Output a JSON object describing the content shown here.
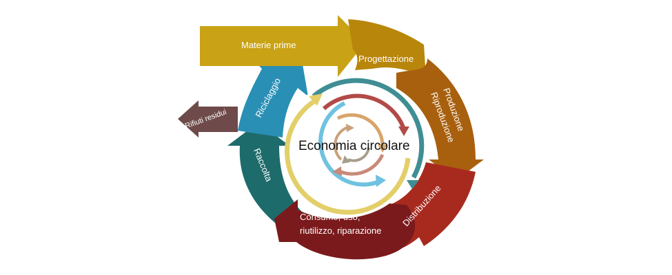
{
  "diagram": {
    "center_title": "Economia circolare",
    "stages": {
      "materie_prime": "Materie prime",
      "progettazione": "Progettazione",
      "produzione_line1": "Produzione",
      "produzione_line2": "Riproduzione",
      "distribuzione": "Distribuzione",
      "consumo_line1": "Consumo, uso,",
      "consumo_line2": "riutilizzo, riparazione",
      "raccolta": "Raccolta",
      "riciclaggio": "Riciclaggio",
      "rifiuti": "Rifiuti residui"
    },
    "colors": {
      "materie_prime": "#c9a215",
      "progettazione": "#b8860b",
      "produzione": "#a8600f",
      "distribuzione": "#a82a1f",
      "consumo": "#7a1a1c",
      "raccolta": "#1e6b6b",
      "riciclaggio": "#2a8fb5",
      "rifiuti": "#6e4a4a",
      "inner_teal": "#3f8e94",
      "inner_yellow": "#e3cf6a",
      "inner_red": "#b24a48",
      "inner_blue": "#6fc2e0",
      "inner_orange": "#d9a46a",
      "inner_pink": "#c98a7a",
      "inner_tan": "#c9a07a",
      "inner_gray": "#a79d8c"
    }
  }
}
